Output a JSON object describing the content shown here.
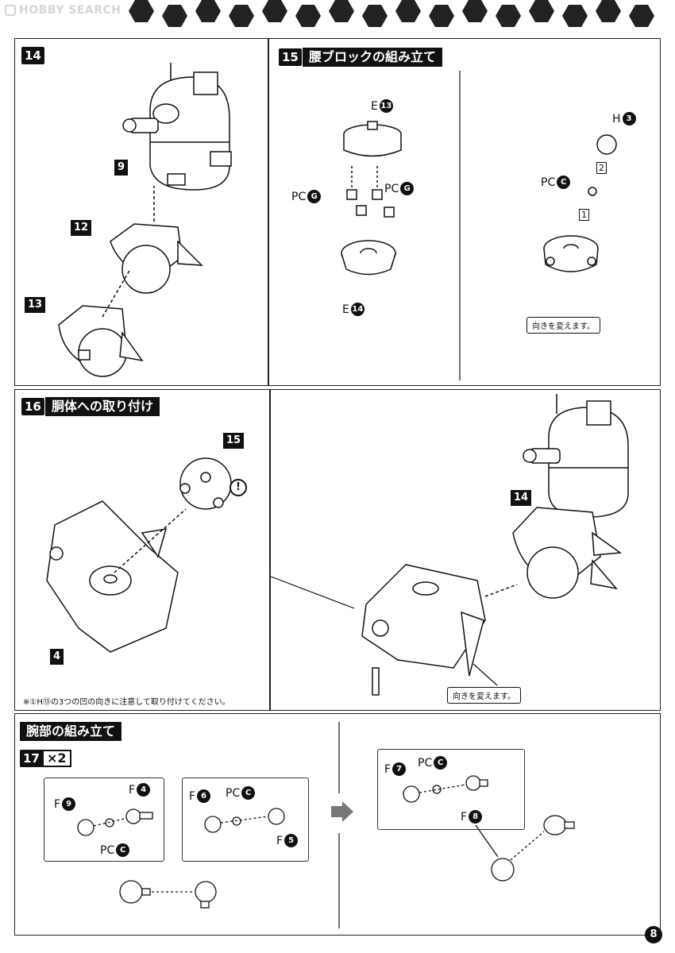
{
  "header": {
    "watermark": "HOBBY SEARCH"
  },
  "steps": {
    "s14": {
      "number": "14"
    },
    "s15": {
      "number": "15",
      "title": "腰ブロックの組み立て",
      "labels": {
        "e13": {
          "prefix": "E",
          "num": "13"
        },
        "pcg_left": {
          "prefix": "PC",
          "letter": "G"
        },
        "pcg_right": {
          "prefix": "PC",
          "letter": "G"
        },
        "e14": {
          "prefix": "E",
          "num": "14"
        },
        "h3": {
          "prefix": "H",
          "num": "3"
        },
        "pcc": {
          "prefix": "PC",
          "letter": "C"
        },
        "order1": "1",
        "order2": "2"
      },
      "callout": "向きを変えます。"
    },
    "s16": {
      "number": "16",
      "title": "胴体への取り付け",
      "ref15": "15",
      "ref4": "4",
      "ref14": "14",
      "warn_symbol": "!",
      "note": "※①H⑬の3つの凹の向きに注意して取り付けてください。",
      "callout": "向きを変えます。"
    },
    "s14_parts": {
      "p9": "9",
      "p12": "12",
      "p13": "13"
    },
    "arm": {
      "title": "腕部の組み立て",
      "number": "17",
      "multiplier": "×2",
      "labels": {
        "f9": {
          "prefix": "F",
          "num": "9"
        },
        "f4": {
          "prefix": "F",
          "num": "4"
        },
        "pcc1": {
          "prefix": "PC",
          "letter": "C"
        },
        "f6": {
          "prefix": "F",
          "num": "6"
        },
        "pcc2": {
          "prefix": "PC",
          "letter": "C"
        },
        "f5": {
          "prefix": "F",
          "num": "5"
        },
        "f7": {
          "prefix": "F",
          "num": "7"
        },
        "pcc3": {
          "prefix": "PC",
          "letter": "C"
        },
        "f8": {
          "prefix": "F",
          "num": "8"
        }
      }
    }
  },
  "footer": {
    "page": "8"
  }
}
